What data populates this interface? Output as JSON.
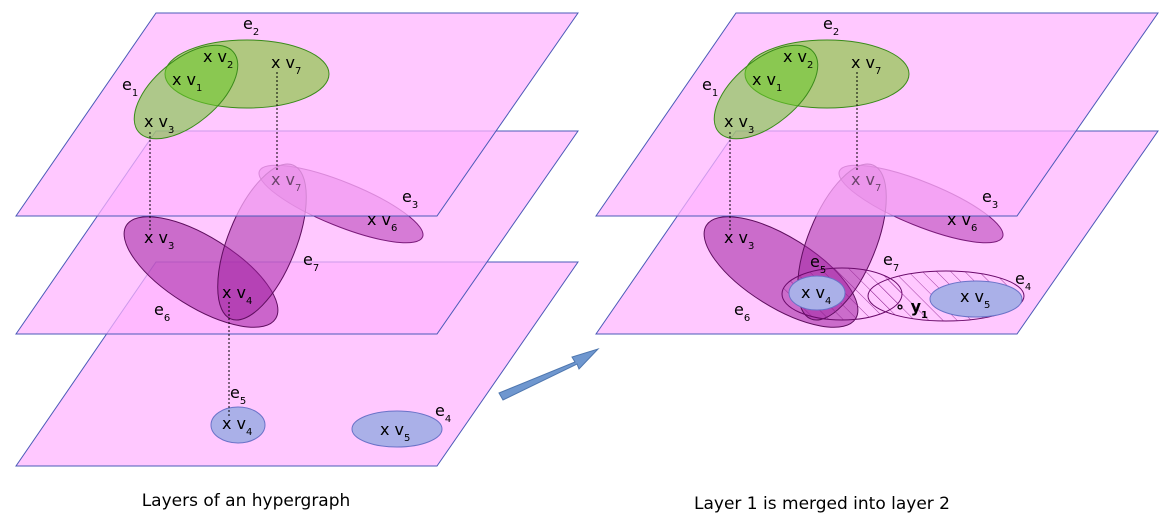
{
  "captions": {
    "left": "Layers of an hypergraph",
    "right": "Layer 1 is merged into layer 2"
  },
  "vertex": {
    "mark": "x v",
    "v1": "1",
    "v2": "2",
    "v3": "3",
    "v4": "4",
    "v5": "5",
    "v6": "6",
    "v7": "7"
  },
  "edge": {
    "base": "e",
    "e1": "1",
    "e2": "2",
    "e3": "3",
    "e4": "4",
    "e5": "5",
    "e6": "6",
    "e7": "7"
  },
  "merged_vertex": {
    "mark": "∘ y",
    "sub": "1"
  },
  "colors": {
    "layer": "#ffb3ff",
    "layer_border": "#4b5ab8",
    "edge_green": "#8fc84a",
    "edge_purple": "#a020a0",
    "edge_blue": "#aab0e8",
    "arrow": "#6f97cf",
    "merged_label": "#e00000"
  }
}
